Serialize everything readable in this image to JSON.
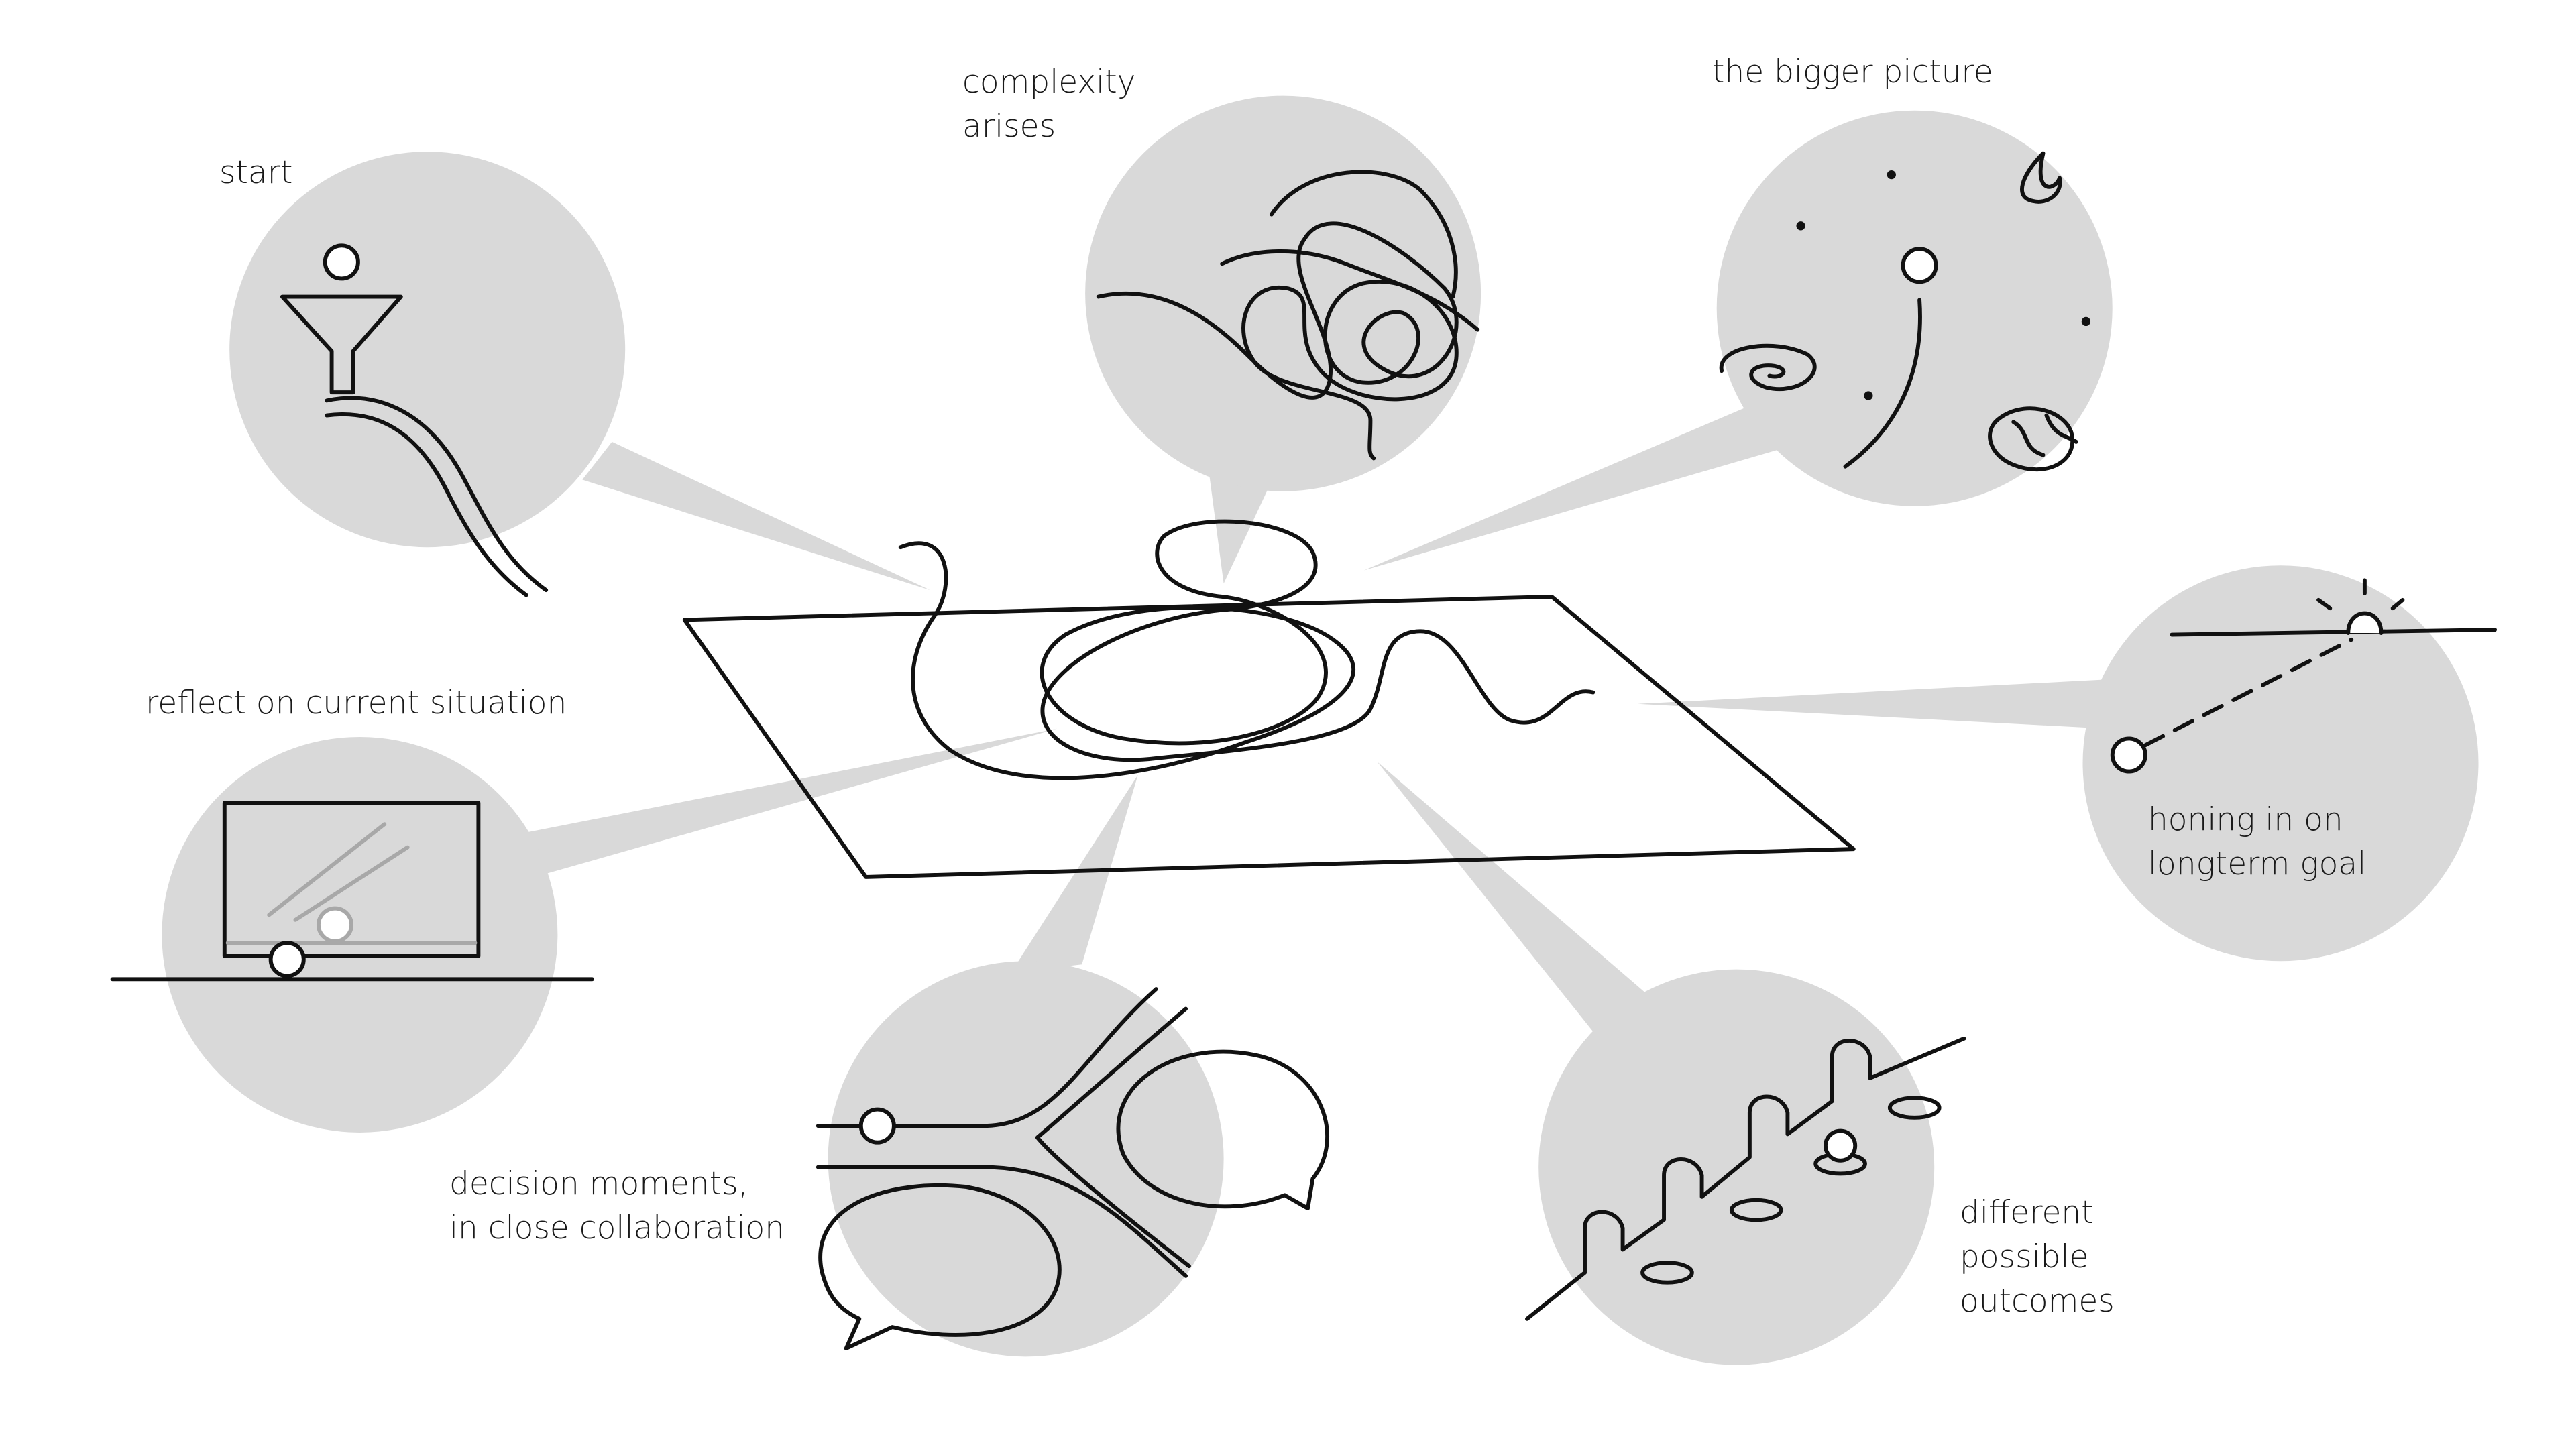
{
  "labels": {
    "start": [
      "start"
    ],
    "complexity": [
      "complexity",
      "arises"
    ],
    "bigger_picture": [
      "the bigger picture"
    ],
    "reflect": [
      "reflect on current situation"
    ],
    "honing": [
      "honing in on",
      "longterm goal"
    ],
    "decision": [
      "decision moments,",
      "in close collaboration"
    ],
    "outcomes": [
      "different",
      "possible",
      "outcomes"
    ]
  },
  "colors": {
    "bubble": "#d9d9d9",
    "line": "#111111",
    "faint_line": "#a8a8a8",
    "background": "#ffffff"
  }
}
